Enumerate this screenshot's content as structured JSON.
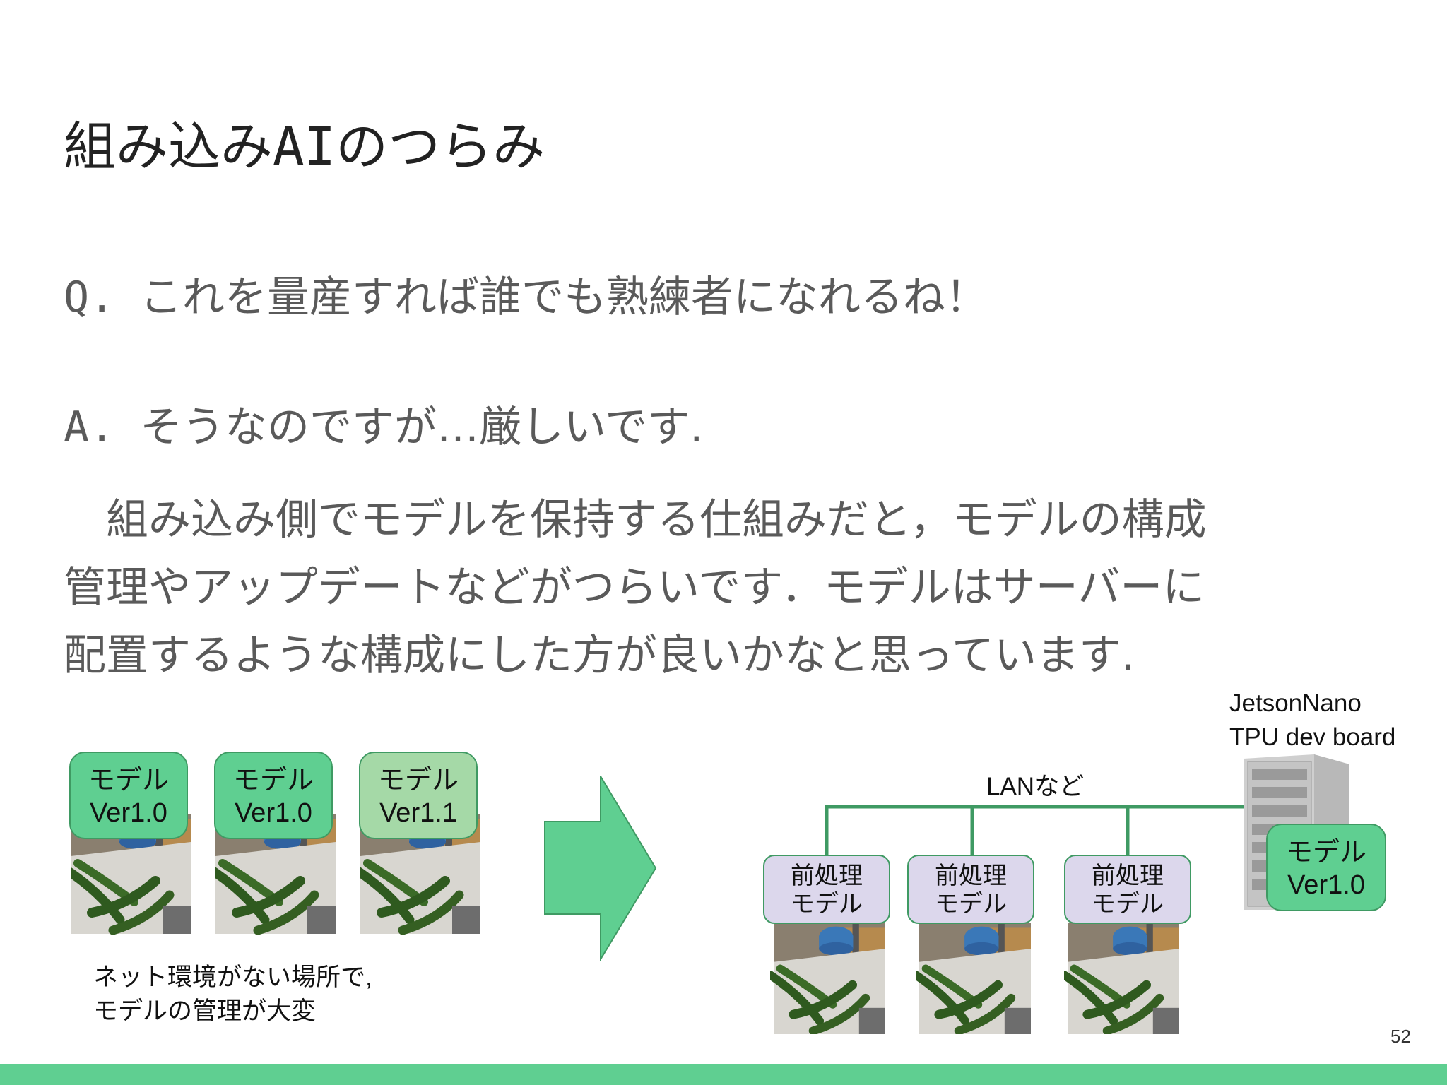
{
  "slide": {
    "title": "組み込みAIのつらみ",
    "question_label": "Q.",
    "question_text": "これを量産すれば誰でも熟練者になれるね！",
    "answer_label": "A.",
    "answer_text": "そうなのですが…厳しいです.",
    "paragraph_lines": [
      "　組み込み側でモデルを保持する仕組みだと，モデルの構成",
      "管理やアップデートなどがつらいです．モデルはサーバーに",
      "配置するような構成にした方が良いかなと思っています."
    ],
    "page_number": "52"
  },
  "left_diagram": {
    "devices": [
      {
        "model_line1": "モデル",
        "model_line2": "Ver1.0"
      },
      {
        "model_line1": "モデル",
        "model_line2": "Ver1.0"
      },
      {
        "model_line1": "モデル",
        "model_line2": "Ver1.1"
      }
    ],
    "caption_line1": "ネット環境がない場所で,",
    "caption_line2": "モデルの管理が大変"
  },
  "right_diagram": {
    "server_label_line1": "JetsonNano",
    "server_label_line2": "TPU dev board",
    "network_label": "LANなど",
    "server_model_line1": "モデル",
    "server_model_line2": "Ver1.0",
    "clients": [
      {
        "line1": "前処理",
        "line2": "モデル"
      },
      {
        "line1": "前処理",
        "line2": "モデル"
      },
      {
        "line1": "前処理",
        "line2": "モデル"
      }
    ]
  },
  "colors": {
    "accent_green": "#5fcf91",
    "light_green": "#a5d9a7",
    "line_green": "#3f9a63",
    "preprocess_purple": "#dcd7ec"
  }
}
